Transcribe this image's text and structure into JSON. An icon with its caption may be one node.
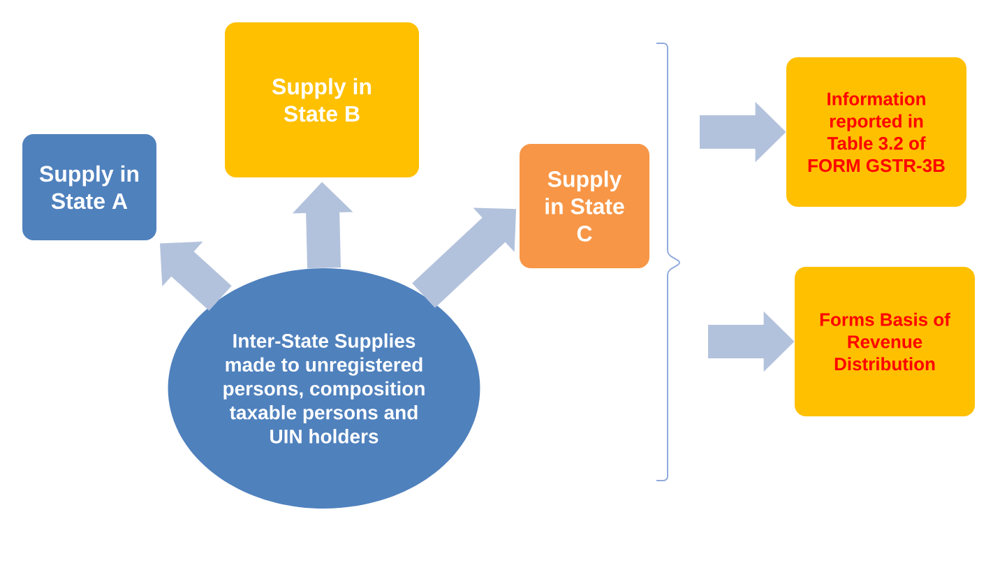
{
  "diagram": {
    "nodes": [
      {
        "text": [
          "Supply in State A"
        ]
      },
      {
        "text": [
          "Supply in State B"
        ]
      },
      {
        "text": [
          "Supply in State C"
        ]
      },
      {
        "text": [
          "Inter-State Supplies made to unregistered persons, composition taxable persons and UIN holders"
        ]
      },
      {
        "text": [
          "Information reported in Table 3.2 of FORM GSTR-3B"
        ]
      },
      {
        "text": [
          "Forms Basis of Revenue Distribution"
        ]
      }
    ],
    "edges": [
      {
        "from": 3,
        "to": 0,
        "arrow": "to"
      },
      {
        "from": 3,
        "to": 1,
        "arrow": "to"
      },
      {
        "from": 3,
        "to": 2,
        "arrow": "to"
      },
      {
        "from": null,
        "to": 4,
        "arrow": "to"
      },
      {
        "from": null,
        "to": 5,
        "arrow": "to"
      }
    ]
  }
}
